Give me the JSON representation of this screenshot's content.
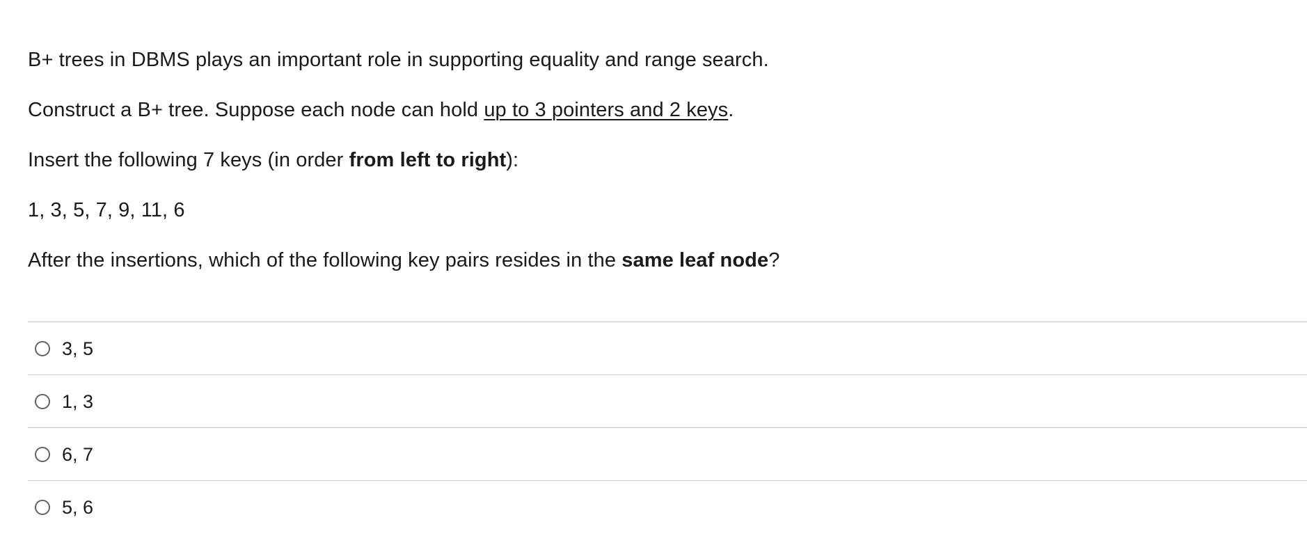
{
  "question": {
    "intro": "B+ trees in DBMS plays an important role in supporting equality and range search.",
    "construct": {
      "before": "Construct a B+ tree. Suppose each node can hold ",
      "underlined": "up to 3 pointers and 2 keys",
      "after": "."
    },
    "insert": {
      "before": "Insert the following 7 keys (in order ",
      "bold": "from left to right",
      "after": "):"
    },
    "keys": "1, 3, 5, 7, 9, 11, 6",
    "ask": {
      "before": "After the insertions, which of the following key pairs resides in the ",
      "bold": "same leaf node",
      "after": "?"
    }
  },
  "answers": [
    {
      "label": "3, 5"
    },
    {
      "label": "1, 3"
    },
    {
      "label": "6, 7"
    },
    {
      "label": "5, 6"
    }
  ]
}
